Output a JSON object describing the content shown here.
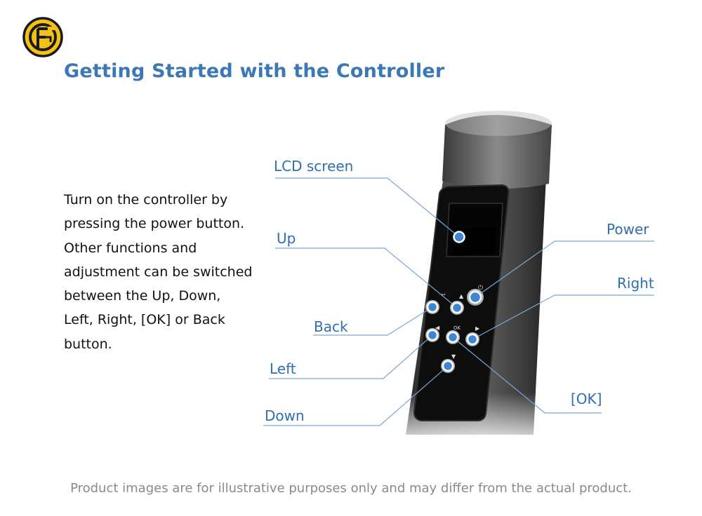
{
  "brand": {
    "logo_text": "FG",
    "accent": "#3c78b5",
    "logo_ring": "#1a1a1a",
    "logo_fill": "#f3c215"
  },
  "title": "Getting Started with the Controller",
  "intro": "Turn on the controller by\npressing the power button.\nOther functions and\nadjustment can be switched\nbetween the Up, Down,\nLeft, Right, [OK] or Back\nbutton.",
  "callouts": {
    "lcd": "LCD screen",
    "up": "Up",
    "back": "Back",
    "left": "Left",
    "down": "Down",
    "power": "Power",
    "right": "Right",
    "ok": "[OK]"
  },
  "button_marks": {
    "ok": "OK"
  },
  "footer": "Product images are for illustrative purposes only and may differ from the actual product."
}
